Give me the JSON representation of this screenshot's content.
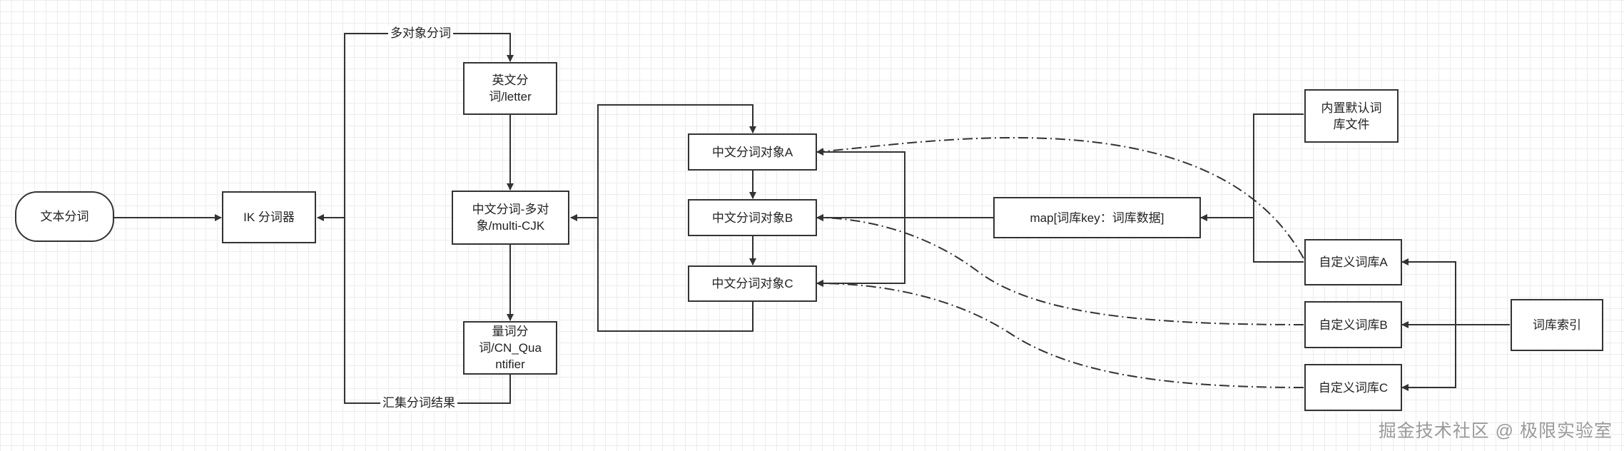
{
  "diagram": {
    "nodes": {
      "text_seg": "文本分词",
      "ik": "IK 分词器",
      "english": "英文分\n词/letter",
      "cjk": "中文分词-多对\n象/multi-CJK",
      "quantifier": "量词分\n词/CN_Qua\nntifier",
      "obj_a": "中文分词对象A",
      "obj_b": "中文分词对象B",
      "obj_c": "中文分词对象C",
      "map": "map[词库key：词库数据]",
      "builtin": "内置默认词\n库文件",
      "custom_a": "自定义词库A",
      "custom_b": "自定义词库B",
      "custom_c": "自定义词库C",
      "index": "词库索引"
    },
    "edge_labels": {
      "multi_object": "多对象分词",
      "collect": "汇集分词结果"
    },
    "colors": {
      "stroke": "#333333",
      "grid": "#ececec"
    }
  },
  "watermark": "掘金技术社区 @ 极限实验室"
}
